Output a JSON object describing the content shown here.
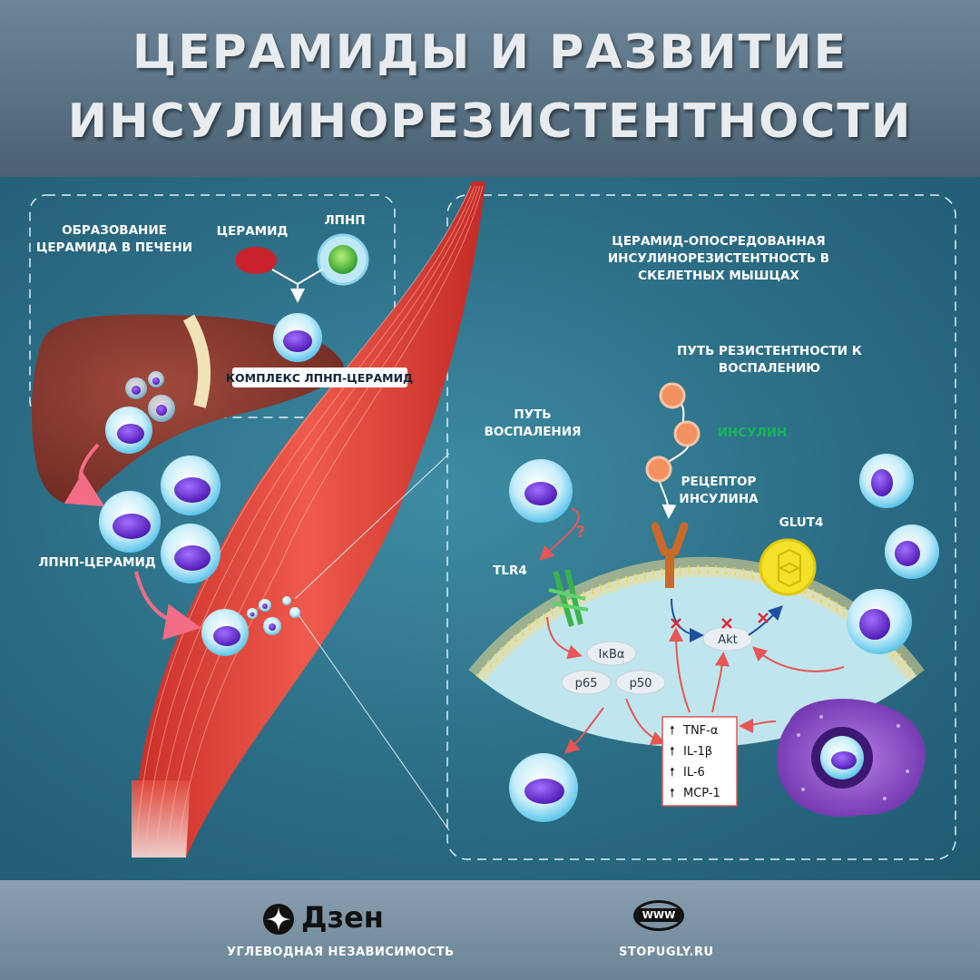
{
  "title": {
    "line1": "ЦЕРАМИДЫ И РАЗВИТИЕ",
    "line2": "ИНСУЛИНОРЕЗИСТЕНТНОСТИ"
  },
  "liver_panel": {
    "heading_line1": "ОБРАЗОВАНИЕ",
    "heading_line2": "ЦЕРАМИДА В ПЕЧЕНИ",
    "ceramide_label": "ЦЕРАМИД",
    "ldl_label": "ЛПНП",
    "complex_label": "КОМПЛЕКС ЛПНП-ЦЕРАМИД"
  },
  "ldl_ceramide_label": "ЛПНП-ЦЕРАМИД",
  "muscle_panel": {
    "heading_line1": "ЦЕРАМИД-ОПОСРЕДОВАННАЯ",
    "heading_line2": "ИНСУЛИНОРЕЗИСТЕНТНОСТЬ В",
    "heading_line3": "СКЕЛЕТНЫХ МЫШЦАХ",
    "resistance_path_line1": "ПУТЬ РЕЗИСТЕНТНОСТИ К",
    "resistance_path_line2": "ВОСПАЛЕНИЮ",
    "insulin_label": "ИНСУЛИН",
    "inflammation_path_line1": "ПУТЬ",
    "inflammation_path_line2": "ВОСПАЛЕНИЯ",
    "receptor_line1": "РЕЦЕПТОР",
    "receptor_line2": "ИНСУЛИНА",
    "glut4_label": "GLUT4",
    "tlr4_label": "TLR4",
    "question_mark": "?",
    "ikba": "IκBα",
    "p65": "p65",
    "p50": "p50",
    "akt": "Akt",
    "cytokines": [
      "TNF-α",
      "IL-1β",
      "IL-6",
      "MCP-1"
    ]
  },
  "footer": {
    "dzen_logo_text": "Дзен",
    "dzen_caption": "УГЛЕВОДНАЯ НЕЗАВИСИМОСТЬ",
    "www_icon_text": "WWW",
    "site_caption": "STOPUGLY.RU"
  },
  "colors": {
    "ceramide": "#c8232c",
    "ldl": "#6cc24a",
    "cell_nucleus": "#6a2ad0",
    "muscle": "#e0453a",
    "liver": "#8a3b30",
    "insulin_label": "#18b45a",
    "arrow_red": "#e85555"
  }
}
